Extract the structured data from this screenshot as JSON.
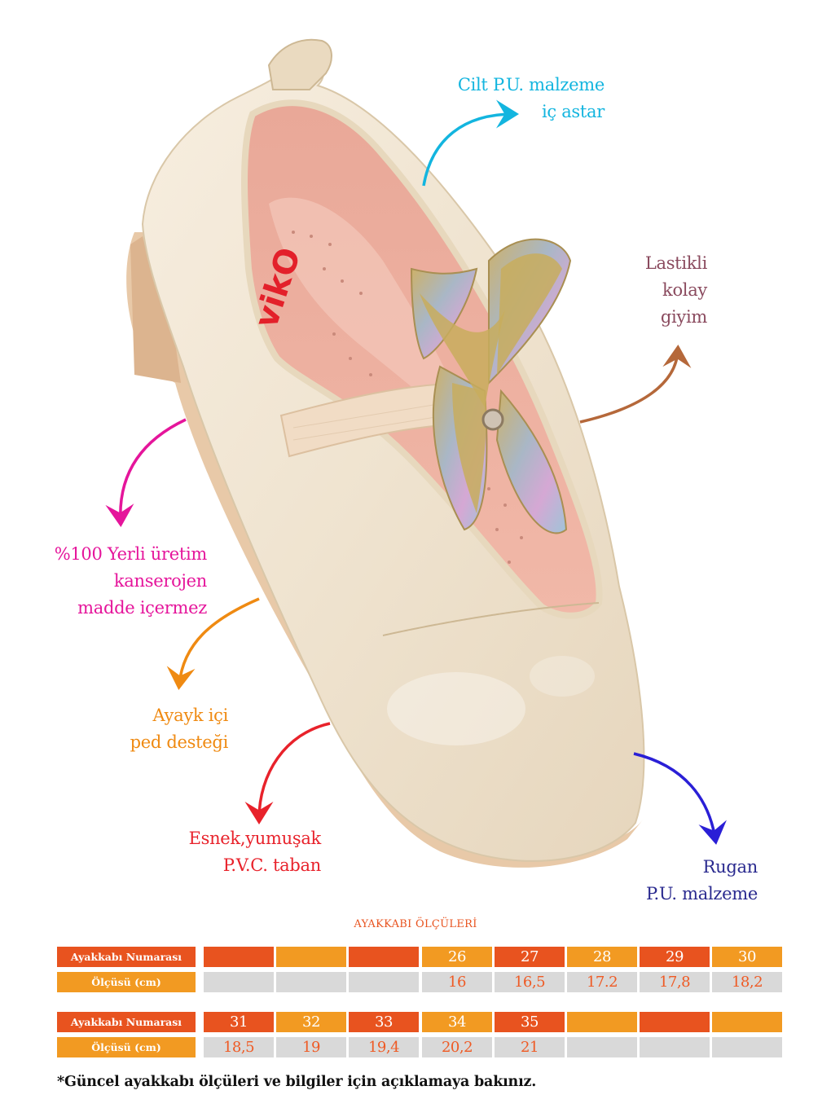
{
  "colors": {
    "orange_dark": "#e8531f",
    "orange_light": "#f29a22",
    "grey_cell": "#d9d9d9",
    "title_orange": "#e8531f"
  },
  "annotations": [
    {
      "id": "lining",
      "lines": [
        "Cilt P.U. malzeme",
        "iç astar"
      ],
      "color": "#13b5df"
    },
    {
      "id": "elastic",
      "lines": [
        "Lastikli",
        "kolay",
        "giyim"
      ],
      "color": "#8a4a5e"
    },
    {
      "id": "local",
      "lines": [
        "%100 Yerli üretim",
        "kanserojen",
        "madde içermez"
      ],
      "color": "#e5159b"
    },
    {
      "id": "insole",
      "lines": [
        "Ayayk içi",
        "ped desteği"
      ],
      "color": "#ef8a12"
    },
    {
      "id": "sole",
      "lines": [
        "Esnek,yumuşak",
        "P.V.C. taban"
      ],
      "color": "#e8222b"
    },
    {
      "id": "patent",
      "lines": [
        "Rugan",
        "P.U. malzeme"
      ],
      "color": "#2a2a8f"
    }
  ],
  "size_table": {
    "title": "AYAKKABI ÖLÇÜLERİ",
    "row_labels": {
      "size": "Ayakkabı Numarası",
      "measure": "Ölçüsü (cm)"
    },
    "block1": {
      "sizes": [
        "",
        "",
        "",
        "26",
        "27",
        "28",
        "29",
        "30"
      ],
      "measures": [
        "",
        "",
        "",
        "16",
        "16,5",
        "17.2",
        "17,8",
        "18,2"
      ]
    },
    "block2": {
      "sizes": [
        "31",
        "32",
        "33",
        "34",
        "35",
        "",
        "",
        ""
      ],
      "measures": [
        "18,5",
        "19",
        "19,4",
        "20,2",
        "21",
        "",
        "",
        ""
      ]
    }
  },
  "footnote": "*Güncel ayakkabı ölçüleri ve bilgiler için açıklamaya bakınız."
}
